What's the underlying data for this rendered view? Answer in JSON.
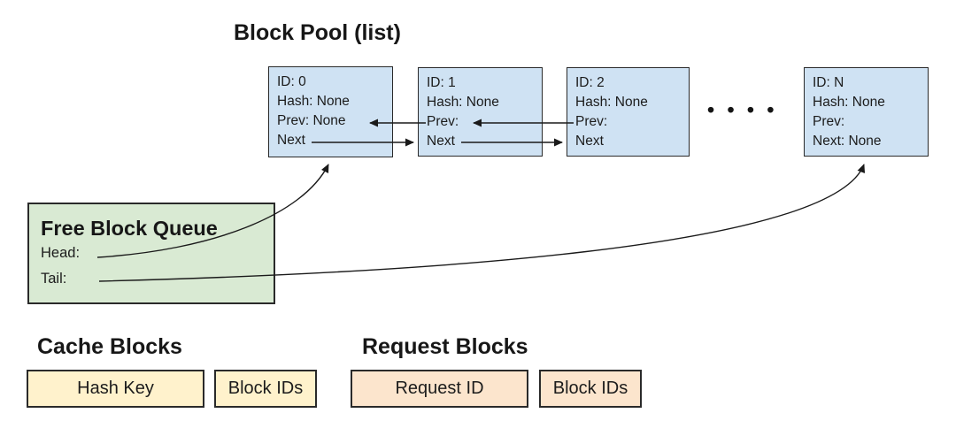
{
  "diagram": {
    "block_pool": {
      "title": "Block Pool (list)",
      "ellipsis": "• • • •",
      "blocks": [
        {
          "id_label": "ID: 0",
          "hash_label": "Hash: None",
          "prev_label": "Prev: None",
          "next_label": "Next"
        },
        {
          "id_label": "ID: 1",
          "hash_label": "Hash: None",
          "prev_label": "Prev:",
          "next_label": "Next"
        },
        {
          "id_label": "ID: 2",
          "hash_label": "Hash: None",
          "prev_label": "Prev:",
          "next_label": "Next"
        },
        {
          "id_label": "ID: N",
          "hash_label": "Hash: None",
          "prev_label": "Prev:",
          "next_label": "Next: None"
        }
      ]
    },
    "free_block_queue": {
      "title": "Free Block Queue",
      "head_label": "Head:",
      "tail_label": "Tail:"
    },
    "cache_blocks": {
      "title": "Cache Blocks",
      "fields": [
        {
          "label": "Hash Key"
        },
        {
          "label": "Block IDs"
        }
      ]
    },
    "request_blocks": {
      "title": "Request Blocks",
      "fields": [
        {
          "label": "Request ID"
        },
        {
          "label": "Block IDs"
        }
      ]
    },
    "connections": [
      {
        "from": "block-1-prev",
        "to": "block-0-prev"
      },
      {
        "from": "block-0-next",
        "to": "block-1"
      },
      {
        "from": "block-2-prev",
        "to": "block-1-prev"
      },
      {
        "from": "block-1-next",
        "to": "block-2"
      },
      {
        "from": "queue-head",
        "to": "block-0-bottom"
      },
      {
        "from": "queue-tail",
        "to": "block-n-bottom"
      }
    ],
    "colors": {
      "block_fill": "#cfe2f3",
      "queue_fill": "#d9ead3",
      "cache_fill": "#fff2cc",
      "request_fill": "#fce5cd",
      "border": "#2a2a2a",
      "arrow": "#1a1a1a"
    }
  }
}
